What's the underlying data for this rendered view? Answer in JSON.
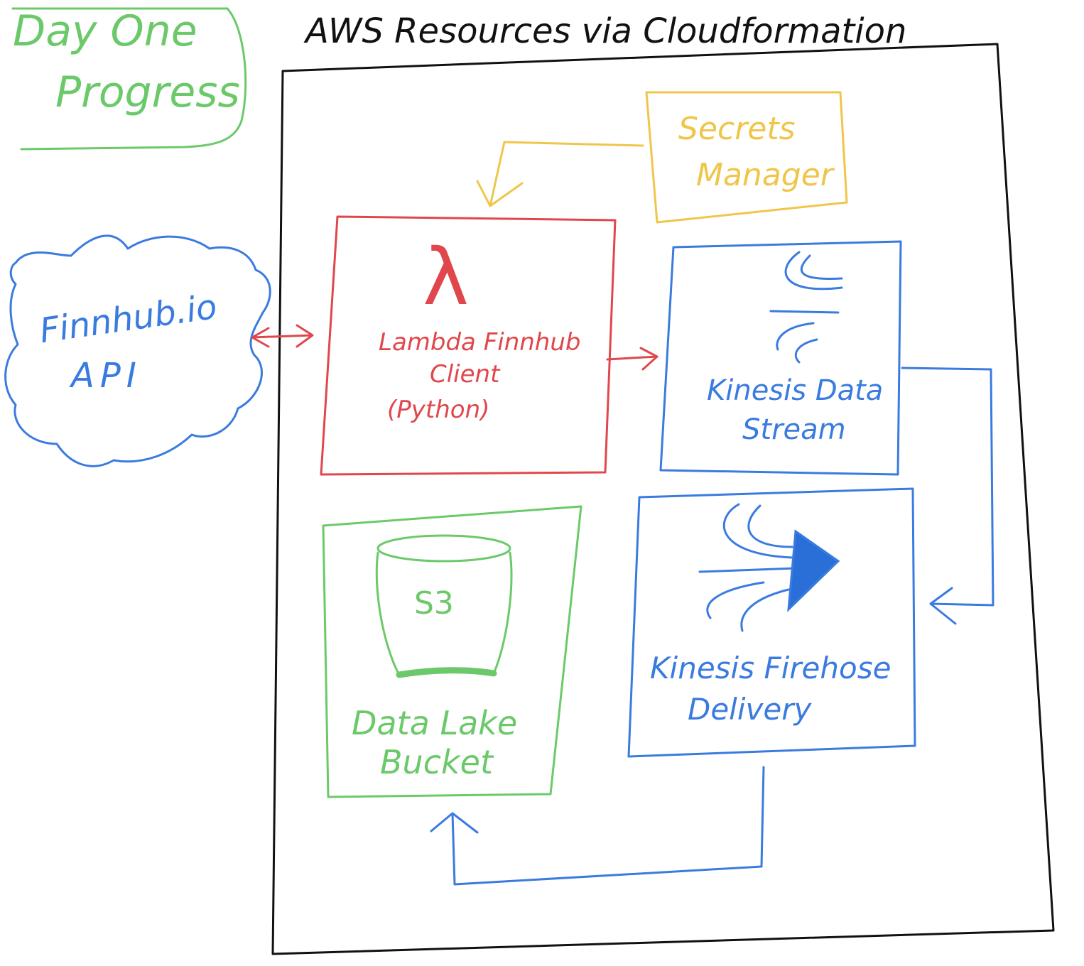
{
  "colors": {
    "ink": "#111111",
    "green": "#6cc96a",
    "blue": "#3a7be0",
    "red": "#e0474c",
    "yellow": "#efc64a",
    "blue_fill": "#2a6fd8"
  },
  "header": {
    "day_one_line1": "Day One",
    "day_one_line2": "Progress",
    "title": "AWS Resources via Cloudformation"
  },
  "nodes": {
    "finnhub": {
      "line1": "Finnhub.io",
      "line2": "API",
      "icon": "cloud-icon"
    },
    "secrets": {
      "line1": "Secrets",
      "line2": "Manager"
    },
    "lambda": {
      "symbol": "λ",
      "line1": "Lambda Finnhub",
      "line2": "Client",
      "line3": "(Python)",
      "icon": "lambda-icon"
    },
    "kinesis_stream": {
      "line1": "Kinesis Data",
      "line2": "Stream",
      "icon": "kinesis-stream-icon"
    },
    "s3": {
      "symbol": "S3",
      "line1": "Data Lake",
      "line2": "Bucket",
      "icon": "s3-bucket-icon"
    },
    "firehose": {
      "line1": "Kinesis Firehose",
      "line2": "Delivery",
      "icon": "firehose-icon"
    }
  }
}
